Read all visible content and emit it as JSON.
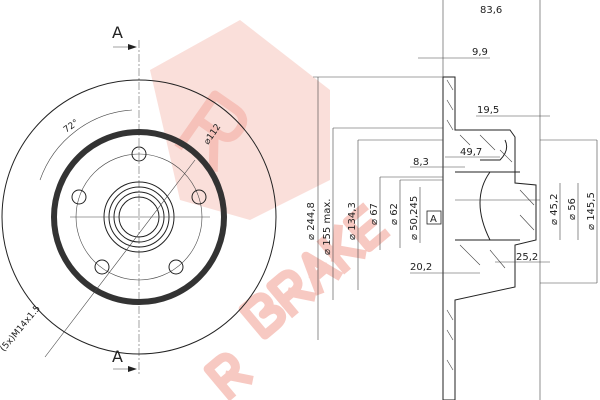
{
  "watermark": {
    "brand": "R BRAKE",
    "color": "#f2a99d"
  },
  "front_view": {
    "section_label_top": "A",
    "section_label_bottom": "A",
    "angle": "72°",
    "bolt_circle": "⌀112",
    "bolt_thread": "(5x)M14x1.5"
  },
  "side_view": {
    "dims": {
      "overall_height": "83,6",
      "disc_thickness": "9,9",
      "hub_step": "19,5",
      "hub_depth": "49,7",
      "recess": "8,3",
      "outer_diameter": "⌀ 244,8",
      "max_diameter": "⌀ 155 max.",
      "d134": "⌀ 134,3",
      "d67": "⌀ 67",
      "d62": "⌀ 62",
      "d50": "⌀ 50,245",
      "d45": "⌀ 45,2",
      "d56": "⌀ 56",
      "d145": "⌀ 145,5",
      "d25": "25,2",
      "d20": "20,2"
    },
    "datum": "A"
  }
}
